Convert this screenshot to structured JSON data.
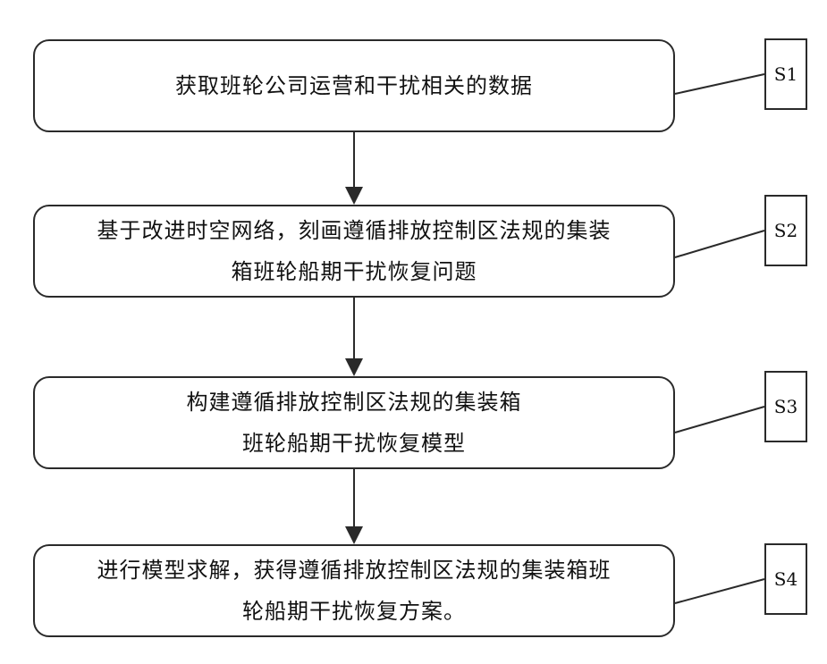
{
  "steps": [
    {
      "lines": [
        "获取班轮公司运营和干扰相关的数据"
      ]
    },
    {
      "lines": [
        "基于改进时空网络，刻画遵循排放控制区法规的集装",
        "箱班轮船期干扰恢复问题"
      ]
    },
    {
      "lines": [
        "构建遵循排放控制区法规的集装箱",
        "班轮船期干扰恢复模型"
      ]
    },
    {
      "lines": [
        "进行模型求解，获得遵循排放控制区法规的集装箱班",
        "轮船期干扰恢复方案。"
      ]
    }
  ],
  "tags": [
    "S1",
    "S2",
    "S3",
    "S4"
  ],
  "colors": {
    "stroke": "#2a2a2a",
    "text": "#111111",
    "background": "#ffffff"
  }
}
